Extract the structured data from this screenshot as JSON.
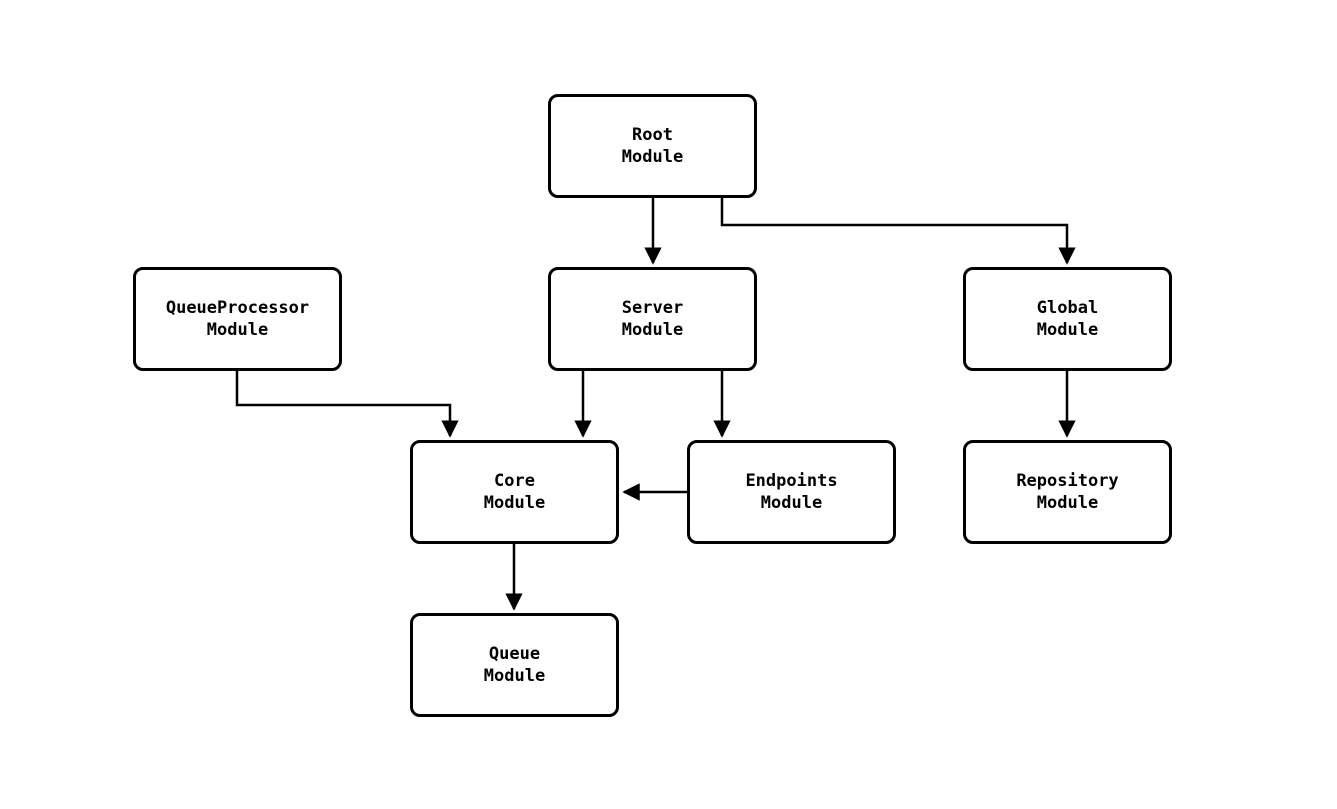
{
  "diagram": {
    "type": "module-dependency-graph",
    "background_color": "#ffffff",
    "box_fill_color": "#ffffff",
    "box_border_color": "#000000",
    "arrow_color": "#000000",
    "nodes": {
      "root": {
        "line1": "Root",
        "line2": "Module"
      },
      "server": {
        "line1": "Server",
        "line2": "Module"
      },
      "queueprocessor": {
        "line1": "QueueProcessor",
        "line2": "Module"
      },
      "global": {
        "line1": "Global",
        "line2": "Module"
      },
      "core": {
        "line1": "Core",
        "line2": "Module"
      },
      "endpoints": {
        "line1": "Endpoints",
        "line2": "Module"
      },
      "repository": {
        "line1": "Repository",
        "line2": "Module"
      },
      "queue": {
        "line1": "Queue",
        "line2": "Module"
      }
    },
    "edges": [
      {
        "from": "Root Module",
        "to": "Server Module"
      },
      {
        "from": "Root Module",
        "to": "Global Module"
      },
      {
        "from": "QueueProcessor Module",
        "to": "Core Module"
      },
      {
        "from": "Server Module",
        "to": "Core Module"
      },
      {
        "from": "Server Module",
        "to": "Endpoints Module"
      },
      {
        "from": "Endpoints Module",
        "to": "Core Module"
      },
      {
        "from": "Global Module",
        "to": "Repository Module"
      },
      {
        "from": "Core Module",
        "to": "Queue Module"
      }
    ]
  }
}
